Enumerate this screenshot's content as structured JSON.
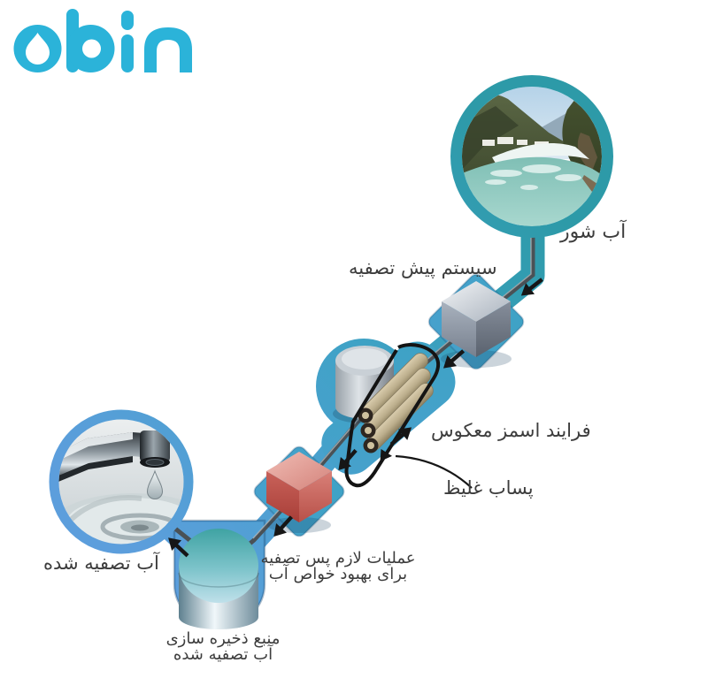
{
  "brand": {
    "logo_text": "obin",
    "logo_color": "#2BB3D9"
  },
  "diagram": {
    "labels": {
      "salt_water": "آب شور",
      "pretreatment_system": "سیستم پیش تصفیه",
      "reverse_osmosis_process": "فرایند اسمز معکوس",
      "concentrated_brine": "پساب غلیظ",
      "post_treatment_line1": "عملیات لازم پس تصفیه",
      "post_treatment_line2": "برای بهبود خواص آب",
      "treated_water": "آب تصفیه شده",
      "storage_line1": "منبع ذخیره سازی",
      "storage_line2": "آب تصفیه شده"
    },
    "palette": {
      "channel_teal": "#2D9AA8",
      "channel_mid": "#3FA2C6",
      "channel_blue": "#5C9EDC",
      "pipe_gray": "#4A5156",
      "arrow_black": "#161616",
      "label_text": "#3D3D3D",
      "pretreatment_cube_gray": "#9AA3AF",
      "posttreatment_cube_red": "#C2564F",
      "membrane_tube_beige": "#C3B592",
      "tank_teal": "#6FBFC6"
    },
    "photos": {
      "source": "river-rapids-photo",
      "output": "dripping-faucet-photo"
    }
  }
}
